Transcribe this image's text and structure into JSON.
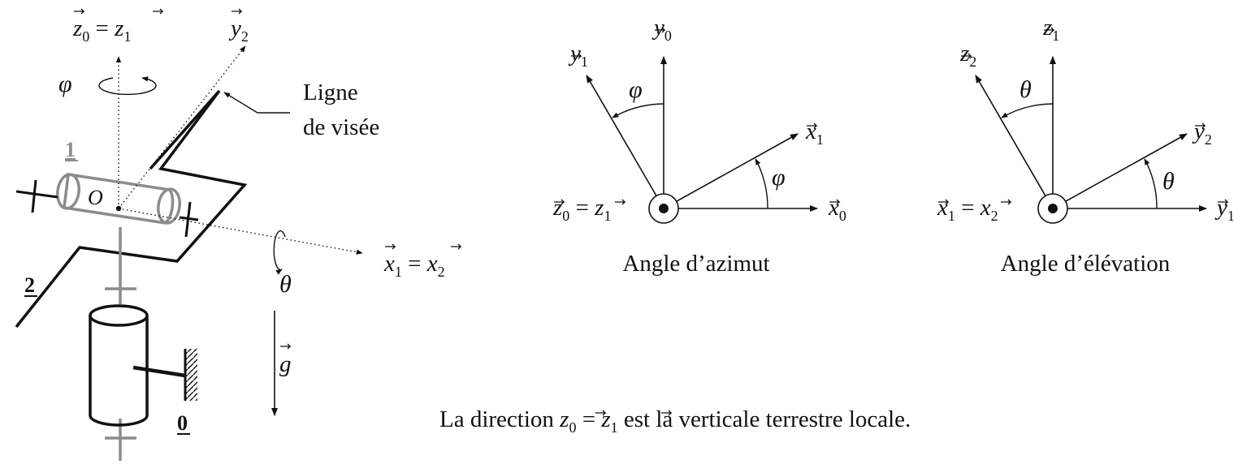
{
  "colors": {
    "ink": "#111111",
    "part1": "#8c8c8c",
    "background": "#ffffff"
  },
  "mechanism": {
    "z_axis": {
      "base": "z",
      "sub": "0",
      "eq": " = ",
      "base2": "z",
      "sub2": "1"
    },
    "y2_axis": {
      "base": "y",
      "sub": "2"
    },
    "x_axis": {
      "base": "x",
      "sub": "1",
      "eq": " = ",
      "base2": "x",
      "sub2": "2"
    },
    "phi": "φ",
    "theta": "θ",
    "origin": "O",
    "sight_line": [
      "Ligne",
      "de visée"
    ],
    "gravity": {
      "base": "g"
    },
    "part1": "1",
    "part2": "2",
    "part0": "0"
  },
  "azimuth": {
    "caption": "Angle d’azimut",
    "y1": {
      "base": "y",
      "sub": "1"
    },
    "y0": {
      "base": "y",
      "sub": "0"
    },
    "x1": {
      "base": "x",
      "sub": "1"
    },
    "x0": {
      "base": "x",
      "sub": "0"
    },
    "normal": {
      "base": "z",
      "sub": "0",
      "eq": " = ",
      "base2": "z",
      "sub2": "1"
    },
    "angle": "φ"
  },
  "elevation": {
    "caption": "Angle d’élévation",
    "z2": {
      "base": "z",
      "sub": "2"
    },
    "z1": {
      "base": "z",
      "sub": "1"
    },
    "y2": {
      "base": "y",
      "sub": "2"
    },
    "y1": {
      "base": "y",
      "sub": "1"
    },
    "normal": {
      "base": "x",
      "sub": "1",
      "eq": " = ",
      "base2": "x",
      "sub2": "2"
    },
    "angle": "θ"
  },
  "note": {
    "pre": "La direction ",
    "z0": {
      "base": "z",
      "sub": "0"
    },
    "eq": " = ",
    "z1": {
      "base": "z",
      "sub": "1"
    },
    "post": " est la verticale terrestre locale."
  }
}
